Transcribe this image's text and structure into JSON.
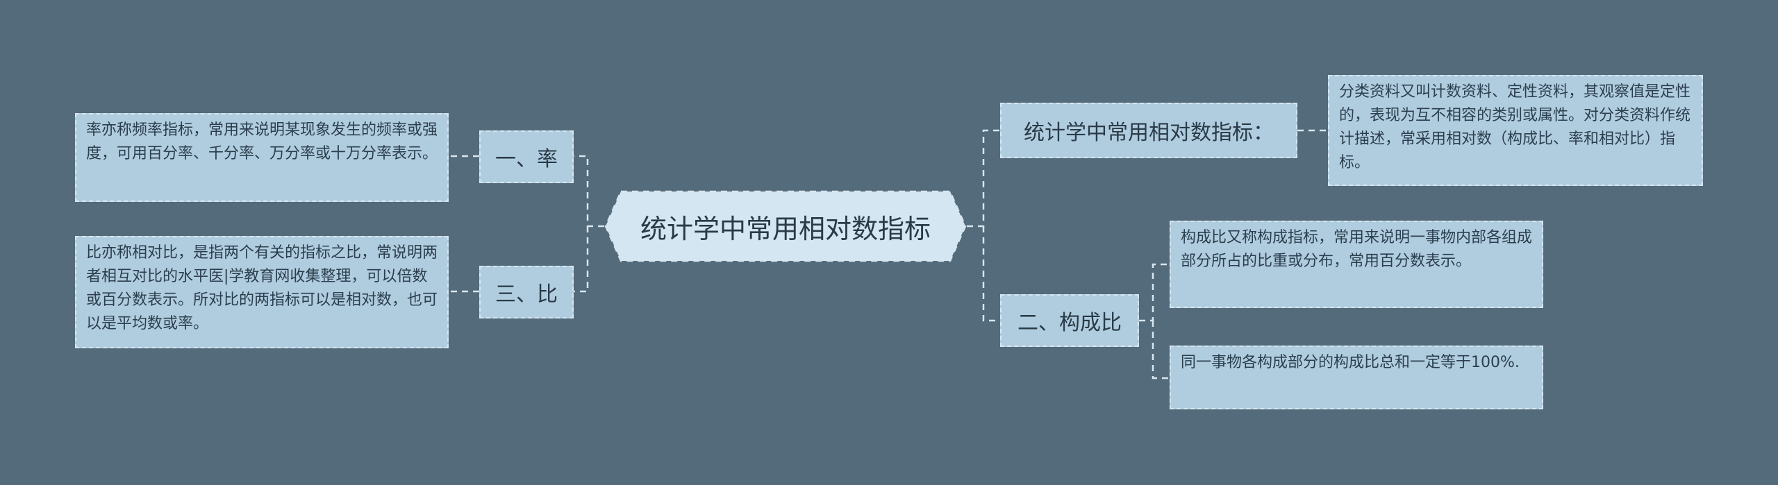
{
  "root": {
    "label": "统计学中常用相对数指标"
  },
  "branches": {
    "rate": {
      "label": "一、率",
      "detail": "率亦称频率指标，常用来说明某现象发生的频率或强度，可用百分率、千分率、万分率或十万分率表示。"
    },
    "ratio": {
      "label": "三、比",
      "detail": "比亦称相对比，是指两个有关的指标之比，常说明两者相互对比的水平医|学教育网收集整理，可以倍数或百分数表示。所对比的两指标可以是相对数，也可以是平均数或率。"
    },
    "intro": {
      "label": "统计学中常用相对数指标：",
      "detail": "分类资料又叫计数资料、定性资料，其观察值是定性的，表现为互不相容的类别或属性。对分类资料作统计描述，常采用相对数（构成比、率和相对比）指标。"
    },
    "composition": {
      "label": "二、构成比",
      "details": [
        "构成比又称构成指标，常用来说明一事物内部各组成部分所占的比重或分布，常用百分数表示。",
        "同一事物各构成部分的构成比总和一定等于100%."
      ]
    }
  },
  "colors": {
    "background": "#536b7a",
    "node_fill": "#b0cde0",
    "root_fill": "#d3e6f2",
    "dash": "#d9e6ef"
  }
}
